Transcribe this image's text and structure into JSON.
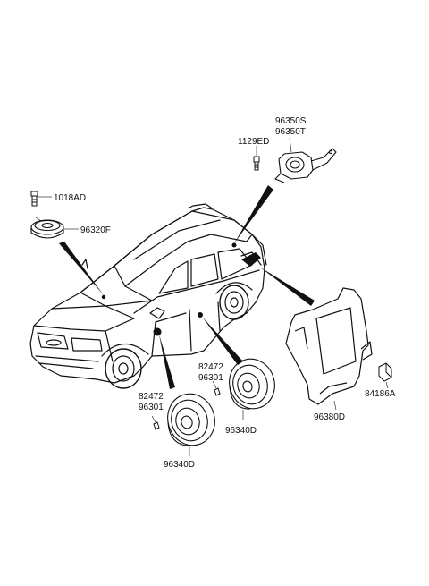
{
  "labels": {
    "p96350S": "96350S",
    "p96350T": "96350T",
    "p1129ED": "1129ED",
    "p1018AD": "1018AD",
    "p96320F": "96320F",
    "p82472a": "82472",
    "p96301a": "96301",
    "p82472b": "82472",
    "p96301b": "96301",
    "p96340Da": "96340D",
    "p96340Db": "96340D",
    "p96380D": "96380D",
    "p84186A": "84186A"
  }
}
